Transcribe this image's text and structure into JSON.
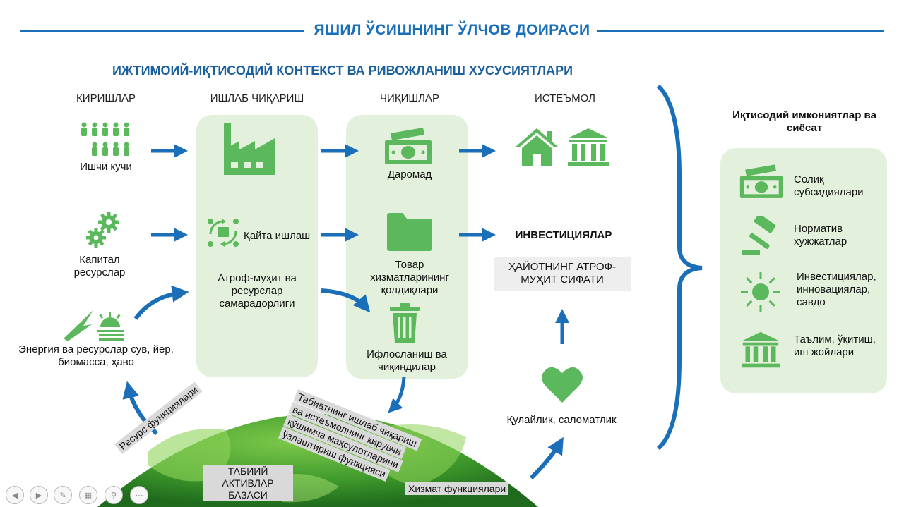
{
  "title": "ЯШИЛ ЎСИШНИНГ ЎЛЧОВ ДОИРАСИ",
  "subtitle": "ИЖТИМОИЙ-ИҚТИСОДИЙ КОНТЕКСТ ВА РИВОЖЛАНИШ ХУСУСИЯТЛАРИ",
  "columns": {
    "inputs": "КИРИШЛАР",
    "production": "ИШЛАБ ЧИҚАРИШ",
    "outputs": "ЧИҚИШЛАР",
    "consumption": "ИСТЕЪМОЛ"
  },
  "inputs": {
    "labor": "Ишчи кучи",
    "capital": "Капитал ресурслар",
    "energy": "Энергия ва ресурслар сув, йер, биомасса, ҳаво"
  },
  "production": {
    "recycling": "Қайта ишлаш",
    "efficiency": "Атроф-муҳит ва ресурслар самарадорлиги"
  },
  "outputs": {
    "income": "Даромад",
    "residuals": "Товар хизматларининг қолдиқлари",
    "pollution": "Ифлосланиш ва чиқиндилар"
  },
  "consumption": {
    "investments": "ИНВЕСТИЦИЯЛАР",
    "env_quality": "ҲАЙОТНИНГ АТРОФ-МУҲИТ СИФАТИ",
    "amenities": "Қулайлик,  саломатлик"
  },
  "policy": {
    "heading": "Иқтисодий имкониятлар ва сиёсат",
    "items": [
      {
        "icon": "money-icon",
        "label": "Солиқ субсидиялари"
      },
      {
        "icon": "gavel-icon",
        "label": "Норматив хужжатлар"
      },
      {
        "icon": "sun-icon",
        "label": "Инвестициялар, инновациялар, савдо"
      },
      {
        "icon": "institution-icon",
        "label": "Таълим, ўқитиш, иш жойлари"
      }
    ]
  },
  "globe": {
    "resource_functions": "Ресурс функциялари",
    "natural_assets": "ТАБИИЙ АКТИВЛАР БАЗАСИ",
    "sink_functions": [
      "Табиатнинг ишлаб чиқариш",
      "ва истеъмолнинг кирувчи",
      "қўшимча маҳсулотларини",
      "ўзлаштириш функцияси"
    ],
    "service_functions": "Хизмат функциялари"
  },
  "colors": {
    "accent_blue": "#1a6fb8",
    "icon_green": "#5cb85c",
    "panel_green": "#e3f1dc"
  }
}
